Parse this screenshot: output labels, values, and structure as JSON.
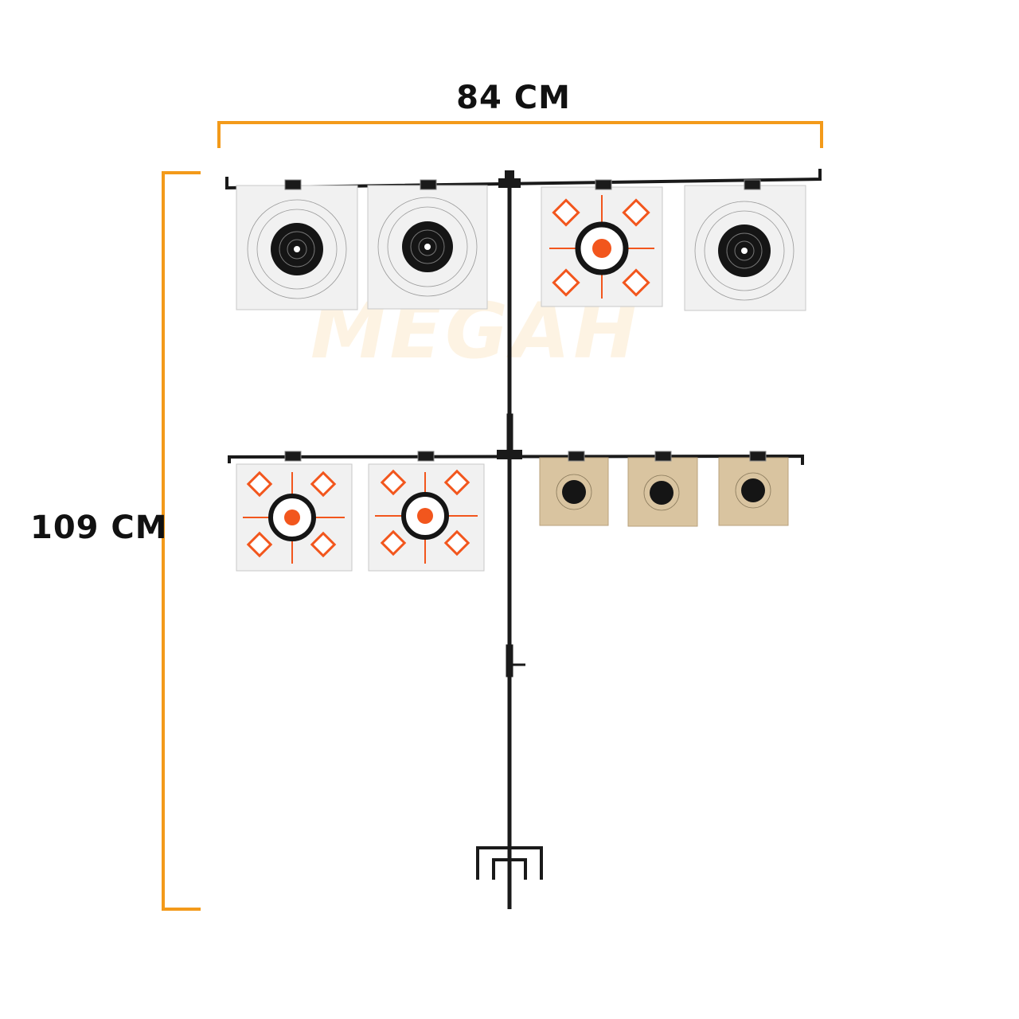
{
  "dimensions": {
    "width_label": "84 CM",
    "height_label": "109 CM"
  },
  "watermark": "MEGAH",
  "colors": {
    "dimension_line": "#f39a1a",
    "stand": "#1a1a1a",
    "target_paper": "#f1f1f1",
    "target_kraft": "#d9c4a0",
    "target_orange": "#f2561d",
    "target_black": "#151515"
  },
  "targets": {
    "top_row": [
      "bullseye",
      "bullseye",
      "diamond-cross",
      "bullseye"
    ],
    "bottom_row": [
      "diamond-cross",
      "diamond-cross",
      "small-kraft",
      "small-kraft",
      "small-kraft"
    ]
  }
}
